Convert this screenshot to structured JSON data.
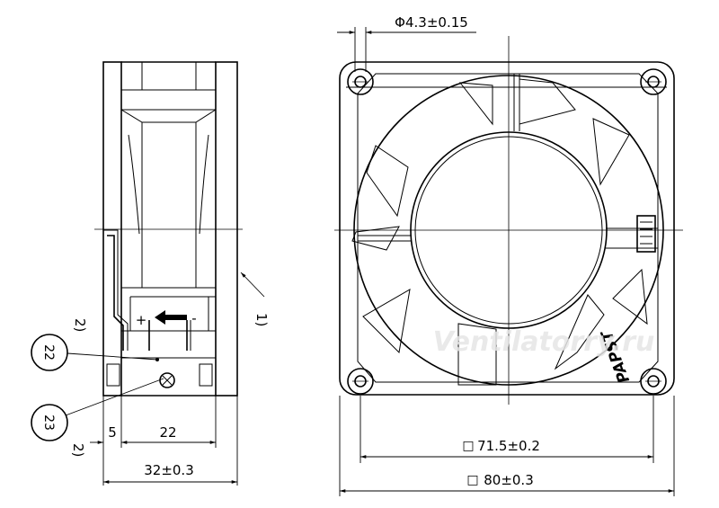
{
  "side_view": {
    "callout_1": "1)",
    "callout_2_upper": "2)",
    "callout_2_lower": "2)",
    "balloon_22": "22",
    "balloon_23": "23",
    "plus_sign": "+",
    "minus_sign": "-",
    "dim_5": "5",
    "dim_22": "22",
    "dim_total": "32±0.3"
  },
  "front_view": {
    "hole_dim": "Φ4.3±0.15",
    "hole_pitch_dim": "71.5±0.2",
    "frame_dim": "80±0.3",
    "brand_label": "PAPST",
    "square_symbol": "□"
  },
  "watermark": "Ventilatorry.ru"
}
